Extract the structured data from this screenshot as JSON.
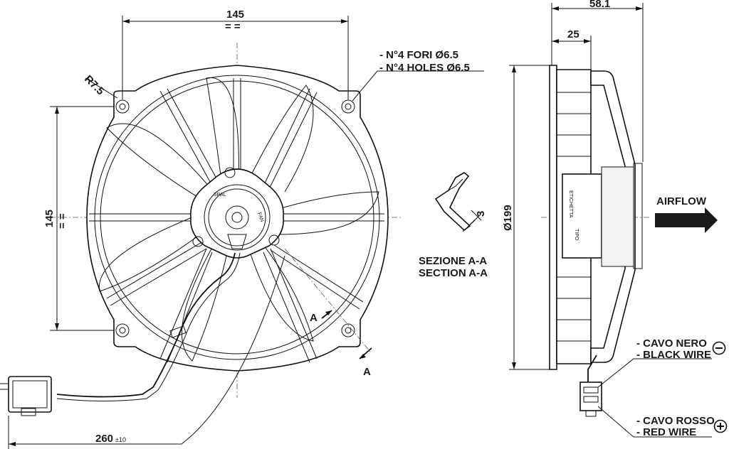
{
  "dimensions": {
    "width_top": "145",
    "height_left": "145",
    "radius": "R7.5",
    "depth_total": "58.1",
    "depth_partial": "25",
    "diameter": "Ø199",
    "cable_length": "260",
    "cable_tolerance": "±10",
    "section_thickness": "3",
    "equal_marks": "= ="
  },
  "notes": {
    "holes_it": "- N°4 FORI Ø6.5",
    "holes_en": "- N°4 HOLES Ø6.5",
    "section_it": "SEZIONE A-A",
    "section_en": "SECTION A-A",
    "section_marker": "A",
    "airflow": "AIRFLOW",
    "black_wire_it": "- CAVO NERO",
    "black_wire_en": "- BLACK WIRE",
    "red_wire_it": "- CAVO ROSSO",
    "red_wire_en": "- RED WIRE",
    "minus_symbol": "−",
    "plus_symbol": "+"
  },
  "labels": {
    "tag_line1": "ETICHETTA",
    "tag_line2": "TIPO",
    "hub_brand": "SPAL",
    "hub_text": "FAN"
  },
  "icons": {
    "airflow_arrow": "arrow-right-icon",
    "minus": "minus-circle-icon",
    "plus": "plus-circle-icon"
  }
}
